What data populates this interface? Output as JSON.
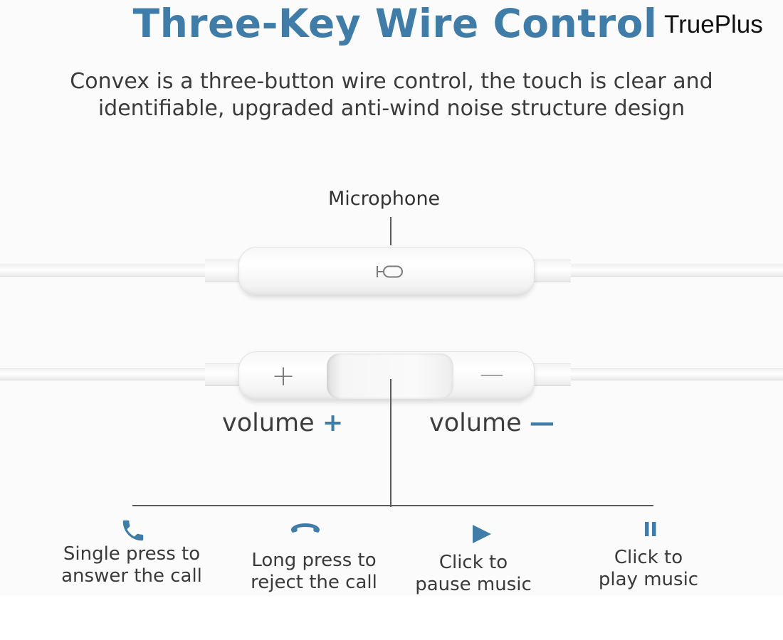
{
  "header": {
    "title": "Three-Key Wire Control",
    "brand": "TruePlus",
    "subtitle_lines": [
      "Convex is a three-button wire control, the touch is clear and",
      "identifiable, upgraded anti-wind noise structure design"
    ]
  },
  "diagram": {
    "microphone_label": "Microphone",
    "volume_up_label": "volume",
    "volume_up_symbol": "+",
    "volume_down_label": "volume",
    "volume_down_symbol": "—",
    "button_plus_glyph": "+",
    "button_minus_glyph": "—"
  },
  "functions": [
    {
      "icon": "phone-answer-icon",
      "lines": [
        "Single press to",
        "answer the call"
      ]
    },
    {
      "icon": "phone-hangup-icon",
      "lines": [
        "Long press to",
        "reject the call"
      ]
    },
    {
      "icon": "play-icon",
      "lines": [
        "Click to",
        "pause music"
      ]
    },
    {
      "icon": "pause-icon",
      "lines": [
        "Click to",
        "play music"
      ]
    }
  ],
  "colors": {
    "accent": "#3f7ca8",
    "text": "#3a3a3a",
    "line": "#5c5c5c"
  }
}
